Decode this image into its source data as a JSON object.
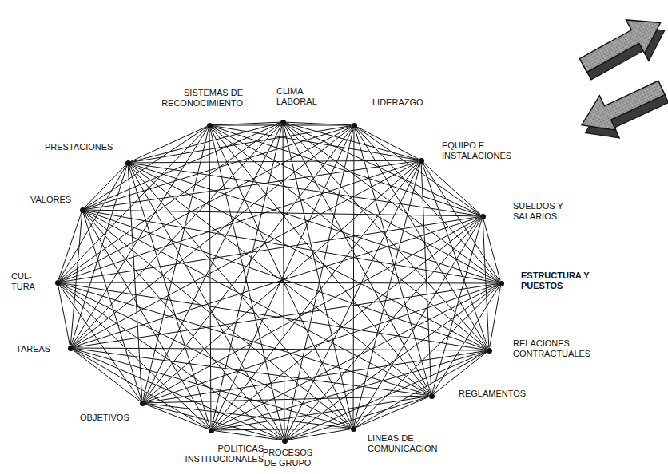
{
  "diagram": {
    "nodes": [
      {
        "text": [
          "SISTEMAS DE RECONOCIMIENTO"
        ]
      },
      {
        "text": [
          "CLIMA LABORAL"
        ]
      },
      {
        "text": [
          "LIDERAZGO"
        ]
      },
      {
        "text": [
          "EQUIPO E INSTALACIONES"
        ]
      },
      {
        "text": [
          "SUELDOS Y SALARIOS"
        ]
      },
      {
        "text": [
          "ESTRUCTURA Y PUESTOS"
        ]
      },
      {
        "text": [
          "RELACIONES CONTRACTUALES"
        ]
      },
      {
        "text": [
          "REGLAMENTOS"
        ]
      },
      {
        "text": [
          "LINEAS DE COMUNICACION"
        ]
      },
      {
        "text": [
          "PROCESOS DE GRUPO"
        ]
      },
      {
        "text": [
          "POLITICAS INSTITUCIONALES"
        ]
      },
      {
        "text": [
          "OBJETIVOS"
        ]
      },
      {
        "text": [
          "TAREAS"
        ]
      },
      {
        "text": [
          "CUL- TURA"
        ]
      },
      {
        "text": [
          "VALORES"
        ]
      },
      {
        "text": [
          "PRESTACIONES"
        ]
      }
    ],
    "edges": [
      {
        "from": 0,
        "to": 1,
        "arrow": "none"
      },
      {
        "from": 0,
        "to": 2,
        "arrow": "none"
      },
      {
        "from": 0,
        "to": 3,
        "arrow": "none"
      },
      {
        "from": 0,
        "to": 4,
        "arrow": "none"
      },
      {
        "from": 0,
        "to": 5,
        "arrow": "none"
      },
      {
        "from": 0,
        "to": 6,
        "arrow": "none"
      },
      {
        "from": 0,
        "to": 7,
        "arrow": "none"
      },
      {
        "from": 0,
        "to": 8,
        "arrow": "none"
      },
      {
        "from": 0,
        "to": 9,
        "arrow": "none"
      },
      {
        "from": 0,
        "to": 10,
        "arrow": "none"
      },
      {
        "from": 0,
        "to": 11,
        "arrow": "none"
      },
      {
        "from": 0,
        "to": 12,
        "arrow": "none"
      },
      {
        "from": 0,
        "to": 13,
        "arrow": "none"
      },
      {
        "from": 0,
        "to": 14,
        "arrow": "none"
      },
      {
        "from": 0,
        "to": 15,
        "arrow": "none"
      },
      {
        "from": 1,
        "to": 2,
        "arrow": "none"
      },
      {
        "from": 1,
        "to": 3,
        "arrow": "none"
      },
      {
        "from": 1,
        "to": 4,
        "arrow": "none"
      },
      {
        "from": 1,
        "to": 5,
        "arrow": "none"
      },
      {
        "from": 1,
        "to": 6,
        "arrow": "none"
      },
      {
        "from": 1,
        "to": 7,
        "arrow": "none"
      },
      {
        "from": 1,
        "to": 8,
        "arrow": "none"
      },
      {
        "from": 1,
        "to": 9,
        "arrow": "none"
      },
      {
        "from": 1,
        "to": 10,
        "arrow": "none"
      },
      {
        "from": 1,
        "to": 11,
        "arrow": "none"
      },
      {
        "from": 1,
        "to": 12,
        "arrow": "none"
      },
      {
        "from": 1,
        "to": 13,
        "arrow": "none"
      },
      {
        "from": 1,
        "to": 14,
        "arrow": "none"
      },
      {
        "from": 1,
        "to": 15,
        "arrow": "none"
      },
      {
        "from": 2,
        "to": 3,
        "arrow": "none"
      },
      {
        "from": 2,
        "to": 4,
        "arrow": "none"
      },
      {
        "from": 2,
        "to": 5,
        "arrow": "none"
      },
      {
        "from": 2,
        "to": 6,
        "arrow": "none"
      },
      {
        "from": 2,
        "to": 7,
        "arrow": "none"
      },
      {
        "from": 2,
        "to": 8,
        "arrow": "none"
      },
      {
        "from": 2,
        "to": 9,
        "arrow": "none"
      },
      {
        "from": 2,
        "to": 10,
        "arrow": "none"
      },
      {
        "from": 2,
        "to": 11,
        "arrow": "none"
      },
      {
        "from": 2,
        "to": 12,
        "arrow": "none"
      },
      {
        "from": 2,
        "to": 13,
        "arrow": "none"
      },
      {
        "from": 2,
        "to": 14,
        "arrow": "none"
      },
      {
        "from": 2,
        "to": 15,
        "arrow": "none"
      },
      {
        "from": 3,
        "to": 4,
        "arrow": "none"
      },
      {
        "from": 3,
        "to": 5,
        "arrow": "none"
      },
      {
        "from": 3,
        "to": 6,
        "arrow": "none"
      },
      {
        "from": 3,
        "to": 7,
        "arrow": "none"
      },
      {
        "from": 3,
        "to": 8,
        "arrow": "none"
      },
      {
        "from": 3,
        "to": 9,
        "arrow": "none"
      },
      {
        "from": 3,
        "to": 10,
        "arrow": "none"
      },
      {
        "from": 3,
        "to": 11,
        "arrow": "none"
      },
      {
        "from": 3,
        "to": 12,
        "arrow": "none"
      },
      {
        "from": 3,
        "to": 13,
        "arrow": "none"
      },
      {
        "from": 3,
        "to": 14,
        "arrow": "none"
      },
      {
        "from": 3,
        "to": 15,
        "arrow": "none"
      },
      {
        "from": 4,
        "to": 5,
        "arrow": "none"
      },
      {
        "from": 4,
        "to": 6,
        "arrow": "none"
      },
      {
        "from": 4,
        "to": 7,
        "arrow": "none"
      },
      {
        "from": 4,
        "to": 8,
        "arrow": "none"
      },
      {
        "from": 4,
        "to": 9,
        "arrow": "none"
      },
      {
        "from": 4,
        "to": 10,
        "arrow": "none"
      },
      {
        "from": 4,
        "to": 11,
        "arrow": "none"
      },
      {
        "from": 4,
        "to": 12,
        "arrow": "none"
      },
      {
        "from": 4,
        "to": 13,
        "arrow": "none"
      },
      {
        "from": 4,
        "to": 14,
        "arrow": "none"
      },
      {
        "from": 4,
        "to": 15,
        "arrow": "none"
      },
      {
        "from": 5,
        "to": 6,
        "arrow": "none"
      },
      {
        "from": 5,
        "to": 7,
        "arrow": "none"
      },
      {
        "from": 5,
        "to": 8,
        "arrow": "none"
      },
      {
        "from": 5,
        "to": 9,
        "arrow": "none"
      },
      {
        "from": 5,
        "to": 10,
        "arrow": "none"
      },
      {
        "from": 5,
        "to": 11,
        "arrow": "none"
      },
      {
        "from": 5,
        "to": 12,
        "arrow": "none"
      },
      {
        "from": 5,
        "to": 13,
        "arrow": "none"
      },
      {
        "from": 5,
        "to": 14,
        "arrow": "none"
      },
      {
        "from": 5,
        "to": 15,
        "arrow": "none"
      },
      {
        "from": 6,
        "to": 7,
        "arrow": "none"
      },
      {
        "from": 6,
        "to": 8,
        "arrow": "none"
      },
      {
        "from": 6,
        "to": 9,
        "arrow": "none"
      },
      {
        "from": 6,
        "to": 10,
        "arrow": "none"
      },
      {
        "from": 6,
        "to": 11,
        "arrow": "none"
      },
      {
        "from": 6,
        "to": 12,
        "arrow": "none"
      },
      {
        "from": 6,
        "to": 13,
        "arrow": "none"
      },
      {
        "from": 6,
        "to": 14,
        "arrow": "none"
      },
      {
        "from": 6,
        "to": 15,
        "arrow": "none"
      },
      {
        "from": 7,
        "to": 8,
        "arrow": "none"
      },
      {
        "from": 7,
        "to": 9,
        "arrow": "none"
      },
      {
        "from": 7,
        "to": 10,
        "arrow": "none"
      },
      {
        "from": 7,
        "to": 11,
        "arrow": "none"
      },
      {
        "from": 7,
        "to": 12,
        "arrow": "none"
      },
      {
        "from": 7,
        "to": 13,
        "arrow": "none"
      },
      {
        "from": 7,
        "to": 14,
        "arrow": "none"
      },
      {
        "from": 7,
        "to": 15,
        "arrow": "none"
      },
      {
        "from": 8,
        "to": 9,
        "arrow": "none"
      },
      {
        "from": 8,
        "to": 10,
        "arrow": "none"
      },
      {
        "from": 8,
        "to": 11,
        "arrow": "none"
      },
      {
        "from": 8,
        "to": 12,
        "arrow": "none"
      },
      {
        "from": 8,
        "to": 13,
        "arrow": "none"
      },
      {
        "from": 8,
        "to": 14,
        "arrow": "none"
      },
      {
        "from": 8,
        "to": 15,
        "arrow": "none"
      },
      {
        "from": 9,
        "to": 10,
        "arrow": "none"
      },
      {
        "from": 9,
        "to": 11,
        "arrow": "none"
      },
      {
        "from": 9,
        "to": 12,
        "arrow": "none"
      },
      {
        "from": 9,
        "to": 13,
        "arrow": "none"
      },
      {
        "from": 9,
        "to": 14,
        "arrow": "none"
      },
      {
        "from": 9,
        "to": 15,
        "arrow": "none"
      },
      {
        "from": 10,
        "to": 11,
        "arrow": "none"
      },
      {
        "from": 10,
        "to": 12,
        "arrow": "none"
      },
      {
        "from": 10,
        "to": 13,
        "arrow": "none"
      },
      {
        "from": 10,
        "to": 14,
        "arrow": "none"
      },
      {
        "from": 10,
        "to": 15,
        "arrow": "none"
      },
      {
        "from": 11,
        "to": 12,
        "arrow": "none"
      },
      {
        "from": 11,
        "to": 13,
        "arrow": "none"
      },
      {
        "from": 11,
        "to": 14,
        "arrow": "none"
      },
      {
        "from": 11,
        "to": 15,
        "arrow": "none"
      },
      {
        "from": 12,
        "to": 13,
        "arrow": "none"
      },
      {
        "from": 12,
        "to": 14,
        "arrow": "none"
      },
      {
        "from": 12,
        "to": 15,
        "arrow": "none"
      },
      {
        "from": 13,
        "to": 14,
        "arrow": "none"
      },
      {
        "from": 13,
        "to": 15,
        "arrow": "none"
      },
      {
        "from": 14,
        "to": 15,
        "arrow": "none"
      }
    ]
  }
}
